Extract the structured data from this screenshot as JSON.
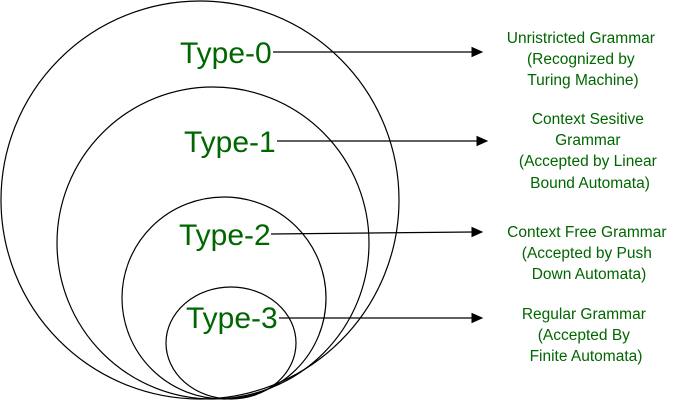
{
  "types": [
    {
      "label": "Type-0",
      "description": [
        "Unristricted Grammar",
        "(Recognized by",
        "Turing Machine)"
      ]
    },
    {
      "label": "Type-1",
      "description": [
        "Context Sesitive",
        "Grammar",
        "(Accepted by Linear",
        "Bound Automata)"
      ]
    },
    {
      "label": "Type-2",
      "description": [
        "Context Free Grammar",
        "(Accepted by Push",
        "Down Automata)"
      ]
    },
    {
      "label": "Type-3",
      "description": [
        "Regular Grammar",
        "(Accepted By",
        "Finite Automata)"
      ]
    }
  ],
  "colors": {
    "text": "#006600",
    "lines": "#000000",
    "background": "#ffffff"
  }
}
